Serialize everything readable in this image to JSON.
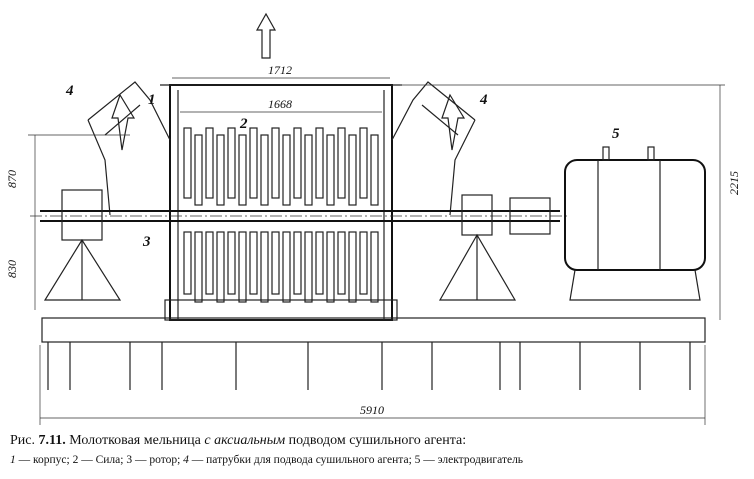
{
  "figure": {
    "dimensions": {
      "top_outer": "1712",
      "top_inner": "1668",
      "left_upper": "870",
      "left_lower": "830",
      "right_height": "2215",
      "total_length": "5910"
    },
    "part_labels": {
      "body": "1",
      "part2": "2",
      "rotor": "3",
      "inlet_left": "4",
      "inlet_right": "4",
      "motor": "5"
    }
  },
  "caption": {
    "prefix": "Рис.",
    "number": "7.11.",
    "title_a": "Молотковая мельница",
    "title_italic": "с аксиальным",
    "title_b": "подводом сушильного агента:",
    "legend": [
      {
        "num": "1",
        "text": "— корпус;"
      },
      {
        "num": "2",
        "text": "— Сила;"
      },
      {
        "num": "3",
        "text": "— ротор;"
      },
      {
        "num": "4",
        "text": "— патрубки для подвода сушильного агента;"
      },
      {
        "num": "5",
        "text": "— электродвигатель"
      }
    ]
  }
}
